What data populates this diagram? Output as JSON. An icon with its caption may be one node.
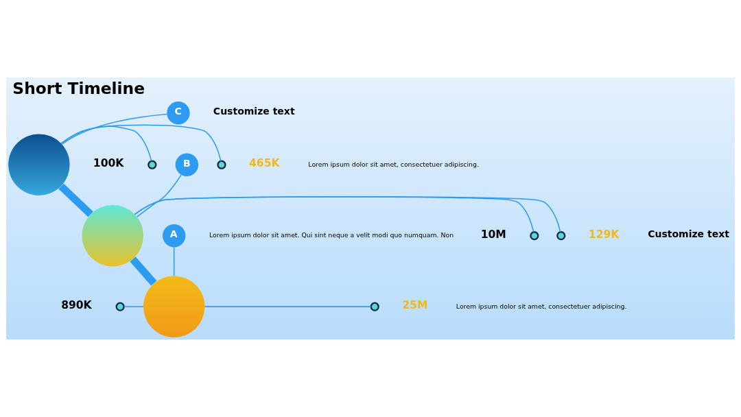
{
  "diagram": {
    "title": "Short Timeline",
    "nodes": [
      {
        "text": [
          "C"
        ]
      },
      {
        "text": [],
        "shape": "circle"
      },
      {
        "text": [
          "B"
        ]
      },
      {
        "text": [],
        "shape": "circle"
      },
      {
        "text": [
          "A"
        ]
      },
      {
        "text": [],
        "shape": "circle"
      },
      {
        "text": [],
        "shape": "circle",
        "beside": [
          "100K"
        ]
      },
      {
        "text": [],
        "shape": "circle",
        "beside": [
          "465K"
        ]
      },
      {
        "text": [],
        "shape": "circle",
        "beside": [
          "10M"
        ]
      },
      {
        "text": [],
        "shape": "circle",
        "beside": [
          "129K"
        ]
      },
      {
        "text": [],
        "shape": "circle",
        "beside": [
          "890K"
        ]
      },
      {
        "text": [],
        "shape": "circle",
        "beside": [
          "25M"
        ]
      }
    ],
    "edges": [
      {
        "from": 0,
        "to": 1,
        "arrow": "none"
      },
      {
        "from": 2,
        "to": 3,
        "arrow": "none"
      },
      {
        "from": 4,
        "to": 5,
        "arrow": "none"
      },
      {
        "from": 1,
        "to": 3,
        "arrow": "none",
        "style": "thick"
      },
      {
        "from": 3,
        "to": 5,
        "arrow": "none",
        "style": "thick"
      },
      {
        "from": 6,
        "to": 1,
        "arrow": "none"
      },
      {
        "from": 1,
        "to": 7,
        "arrow": "none"
      },
      {
        "from": 8,
        "to": 3,
        "arrow": "none"
      },
      {
        "from": 3,
        "to": 9,
        "arrow": "none"
      },
      {
        "from": 10,
        "to": 5,
        "arrow": "none"
      },
      {
        "from": 5,
        "to": 11,
        "arrow": "none"
      }
    ],
    "labels": [
      "Customize text",
      "Lorem ipsum dolor sit amet, consectetuer adipiscing.",
      "Lorem ipsum dolor sit amet. Qui sint neque a velit modi quo numquam. Non",
      "Customize text",
      "Lorem ipsum dolor sit amet, consectetuer adipiscing."
    ]
  }
}
